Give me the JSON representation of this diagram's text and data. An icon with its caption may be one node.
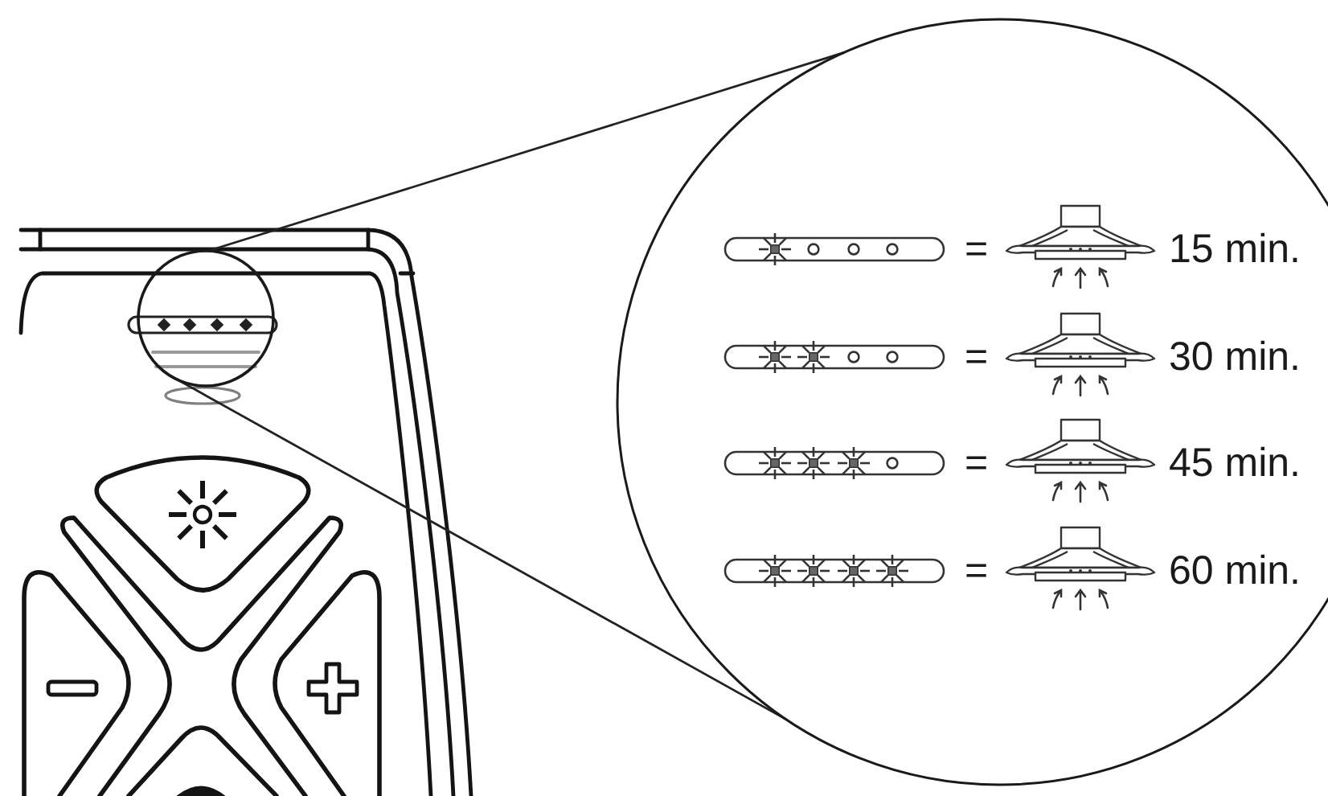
{
  "diagram": {
    "nodes": [
      {
        "text": [],
        "shape": "circle"
      },
      {
        "text": [
          "=",
          "15 min.",
          "=",
          "30 min.",
          "=",
          "45 min.",
          "=",
          "60 min."
        ]
      }
    ],
    "edges": [
      {
        "from": 0,
        "to": 1,
        "arrow": "none"
      },
      {
        "from": 0,
        "to": 1,
        "arrow": "none"
      }
    ]
  }
}
